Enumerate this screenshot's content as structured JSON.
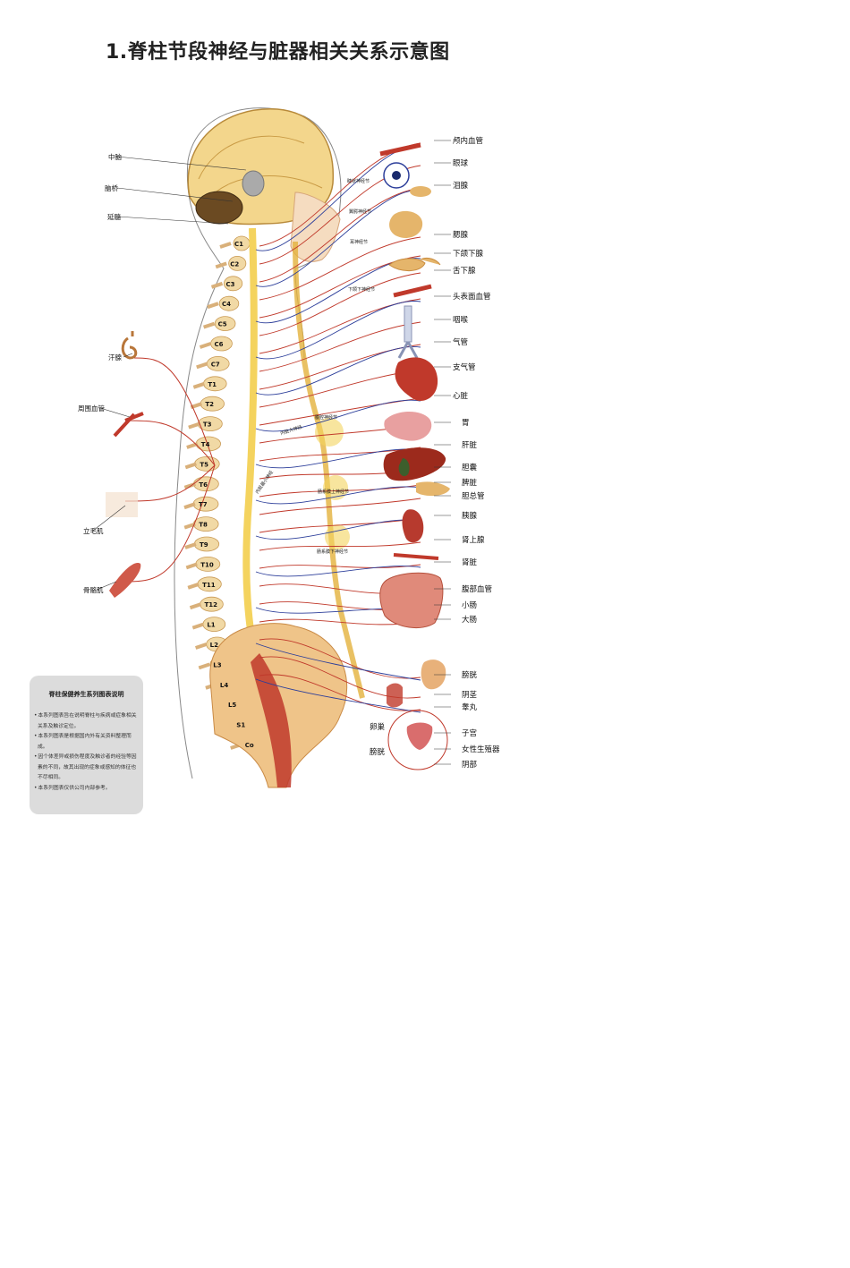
{
  "title": "1.脊柱节段神经与脏器相关关系示意图",
  "brain_labels": {
    "midbrain": "中脑",
    "pons": "脑桥",
    "medulla": "延髓"
  },
  "left_labels": {
    "sweat_gland": "汗腺",
    "peripheral_vessel": "周围血管",
    "arrector_pili": "立毛肌",
    "skeletal_muscle": "骨骼肌"
  },
  "right_labels": {
    "intracranial_vessel": "颅内血管",
    "eyeball": "眼球",
    "lacrimal_gland": "泪腺",
    "parotid_gland": "腮腺",
    "submandibular_gland": "下颌下腺",
    "sublingual_gland": "舌下腺",
    "head_surface_vessel": "头表面血管",
    "throat": "咽喉",
    "trachea": "气管",
    "bronchus": "支气管",
    "heart": "心脏",
    "stomach": "胃",
    "liver": "肝脏",
    "gallbladder": "胆囊",
    "spleen": "脾脏",
    "common_bile_duct": "胆总管",
    "pancreas": "胰腺",
    "adrenal_gland": "肾上腺",
    "kidney": "肾脏",
    "abdominal_vessel": "腹部血管",
    "small_intestine": "小肠",
    "large_intestine": "大肠",
    "bladder": "膀胱",
    "penis": "阴茎",
    "testis": "睾丸",
    "uterus": "子宫",
    "female_genitals": "女性生殖器",
    "vulva": "阴部",
    "ovary": "卵巢",
    "bladder_female": "膀胱"
  },
  "ganglia": {
    "ciliary": "睫状神经节",
    "pterygopalatine": "翼腭神经节",
    "otic": "耳神经节",
    "submandibular": "下颌下神经节",
    "celiac": "腹腔神经节",
    "superior_mesenteric": "肠系膜上神经节",
    "inferior_mesenteric": "肠系膜下神经节",
    "greater_splanchnic": "内脏大神经",
    "lesser_splanchnic": "内脏最小神经"
  },
  "spine_segments": [
    "C1",
    "C2",
    "C3",
    "C4",
    "C5",
    "C6",
    "C7",
    "T1",
    "T2",
    "T3",
    "T4",
    "T5",
    "T6",
    "T7",
    "T8",
    "T9",
    "T10",
    "T11",
    "T12",
    "L1",
    "L2",
    "L3",
    "L4",
    "L5",
    "S1",
    "Co"
  ],
  "note": {
    "title": "脊柱保健养生系列图表说明",
    "items": [
      "本系列图表旨在说明脊柱与疾病或症象相关关系及触诊定位。",
      "本系列图表是根据国内外有关资料整理而成。",
      "因个体差异或损伤程度及触诊者的经验等因素的不同，故其出现的症象或感知的体征也不尽相同。",
      "本系列图表仅供公司内部参考。"
    ]
  },
  "colors": {
    "nerve_red": "#c0392b",
    "nerve_blue": "#2c3e9a",
    "spinal_cord": "#f4d35e",
    "bone": "#f1d9a5",
    "note_bg": "#dcdcdc"
  }
}
